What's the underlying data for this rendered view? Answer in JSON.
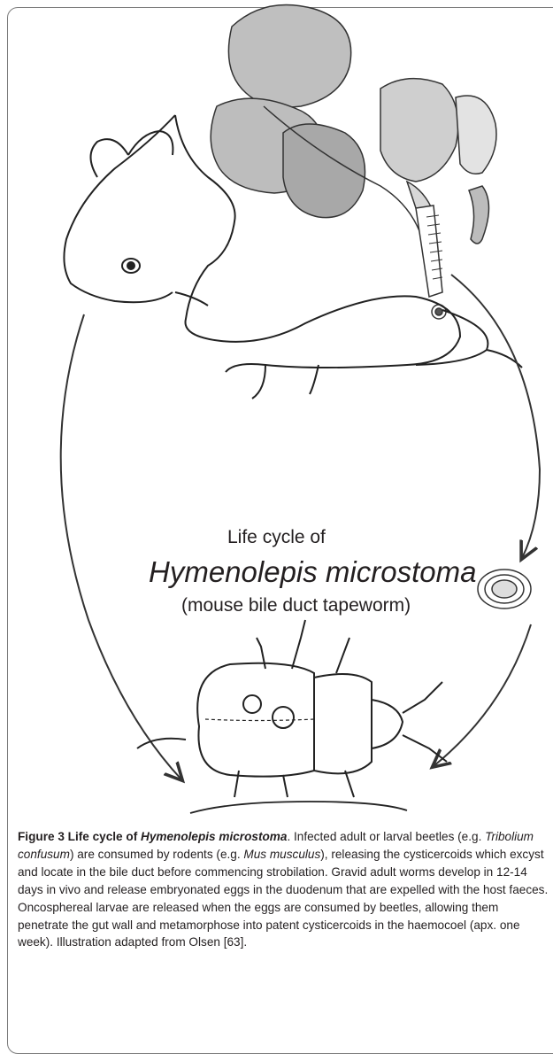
{
  "figure": {
    "title_line1": "Life cycle of",
    "title_line2": "Hymenolepis microstoma",
    "title_line3": "(mouse bile duct tapeworm)",
    "caption": {
      "label": "Figure 3 Life cycle of ",
      "label_species": "Hymenolepis microstoma",
      "label_end": ".",
      "p1": " Infected adult or larval beetles (e.g. ",
      "species1": "Tribolium confusum",
      "p2": ") are consumed by rodents (e.g. ",
      "species2": "Mus musculus",
      "p3": "), releasing the cysticercoids which excyst and locate in the bile duct before commencing strobilation. Gravid adult worms develop in 12-14 days in vivo and release embryonated eggs in the duodenum that are expelled with the host faeces. Oncosphereal larvae are released when the eggs are consumed by beetles, allowing them penetrate the gut wall and metamorphose into patent cysticercoids in the haemocoel (apx. one week). Illustration adapted from Olsen [63]."
    }
  }
}
